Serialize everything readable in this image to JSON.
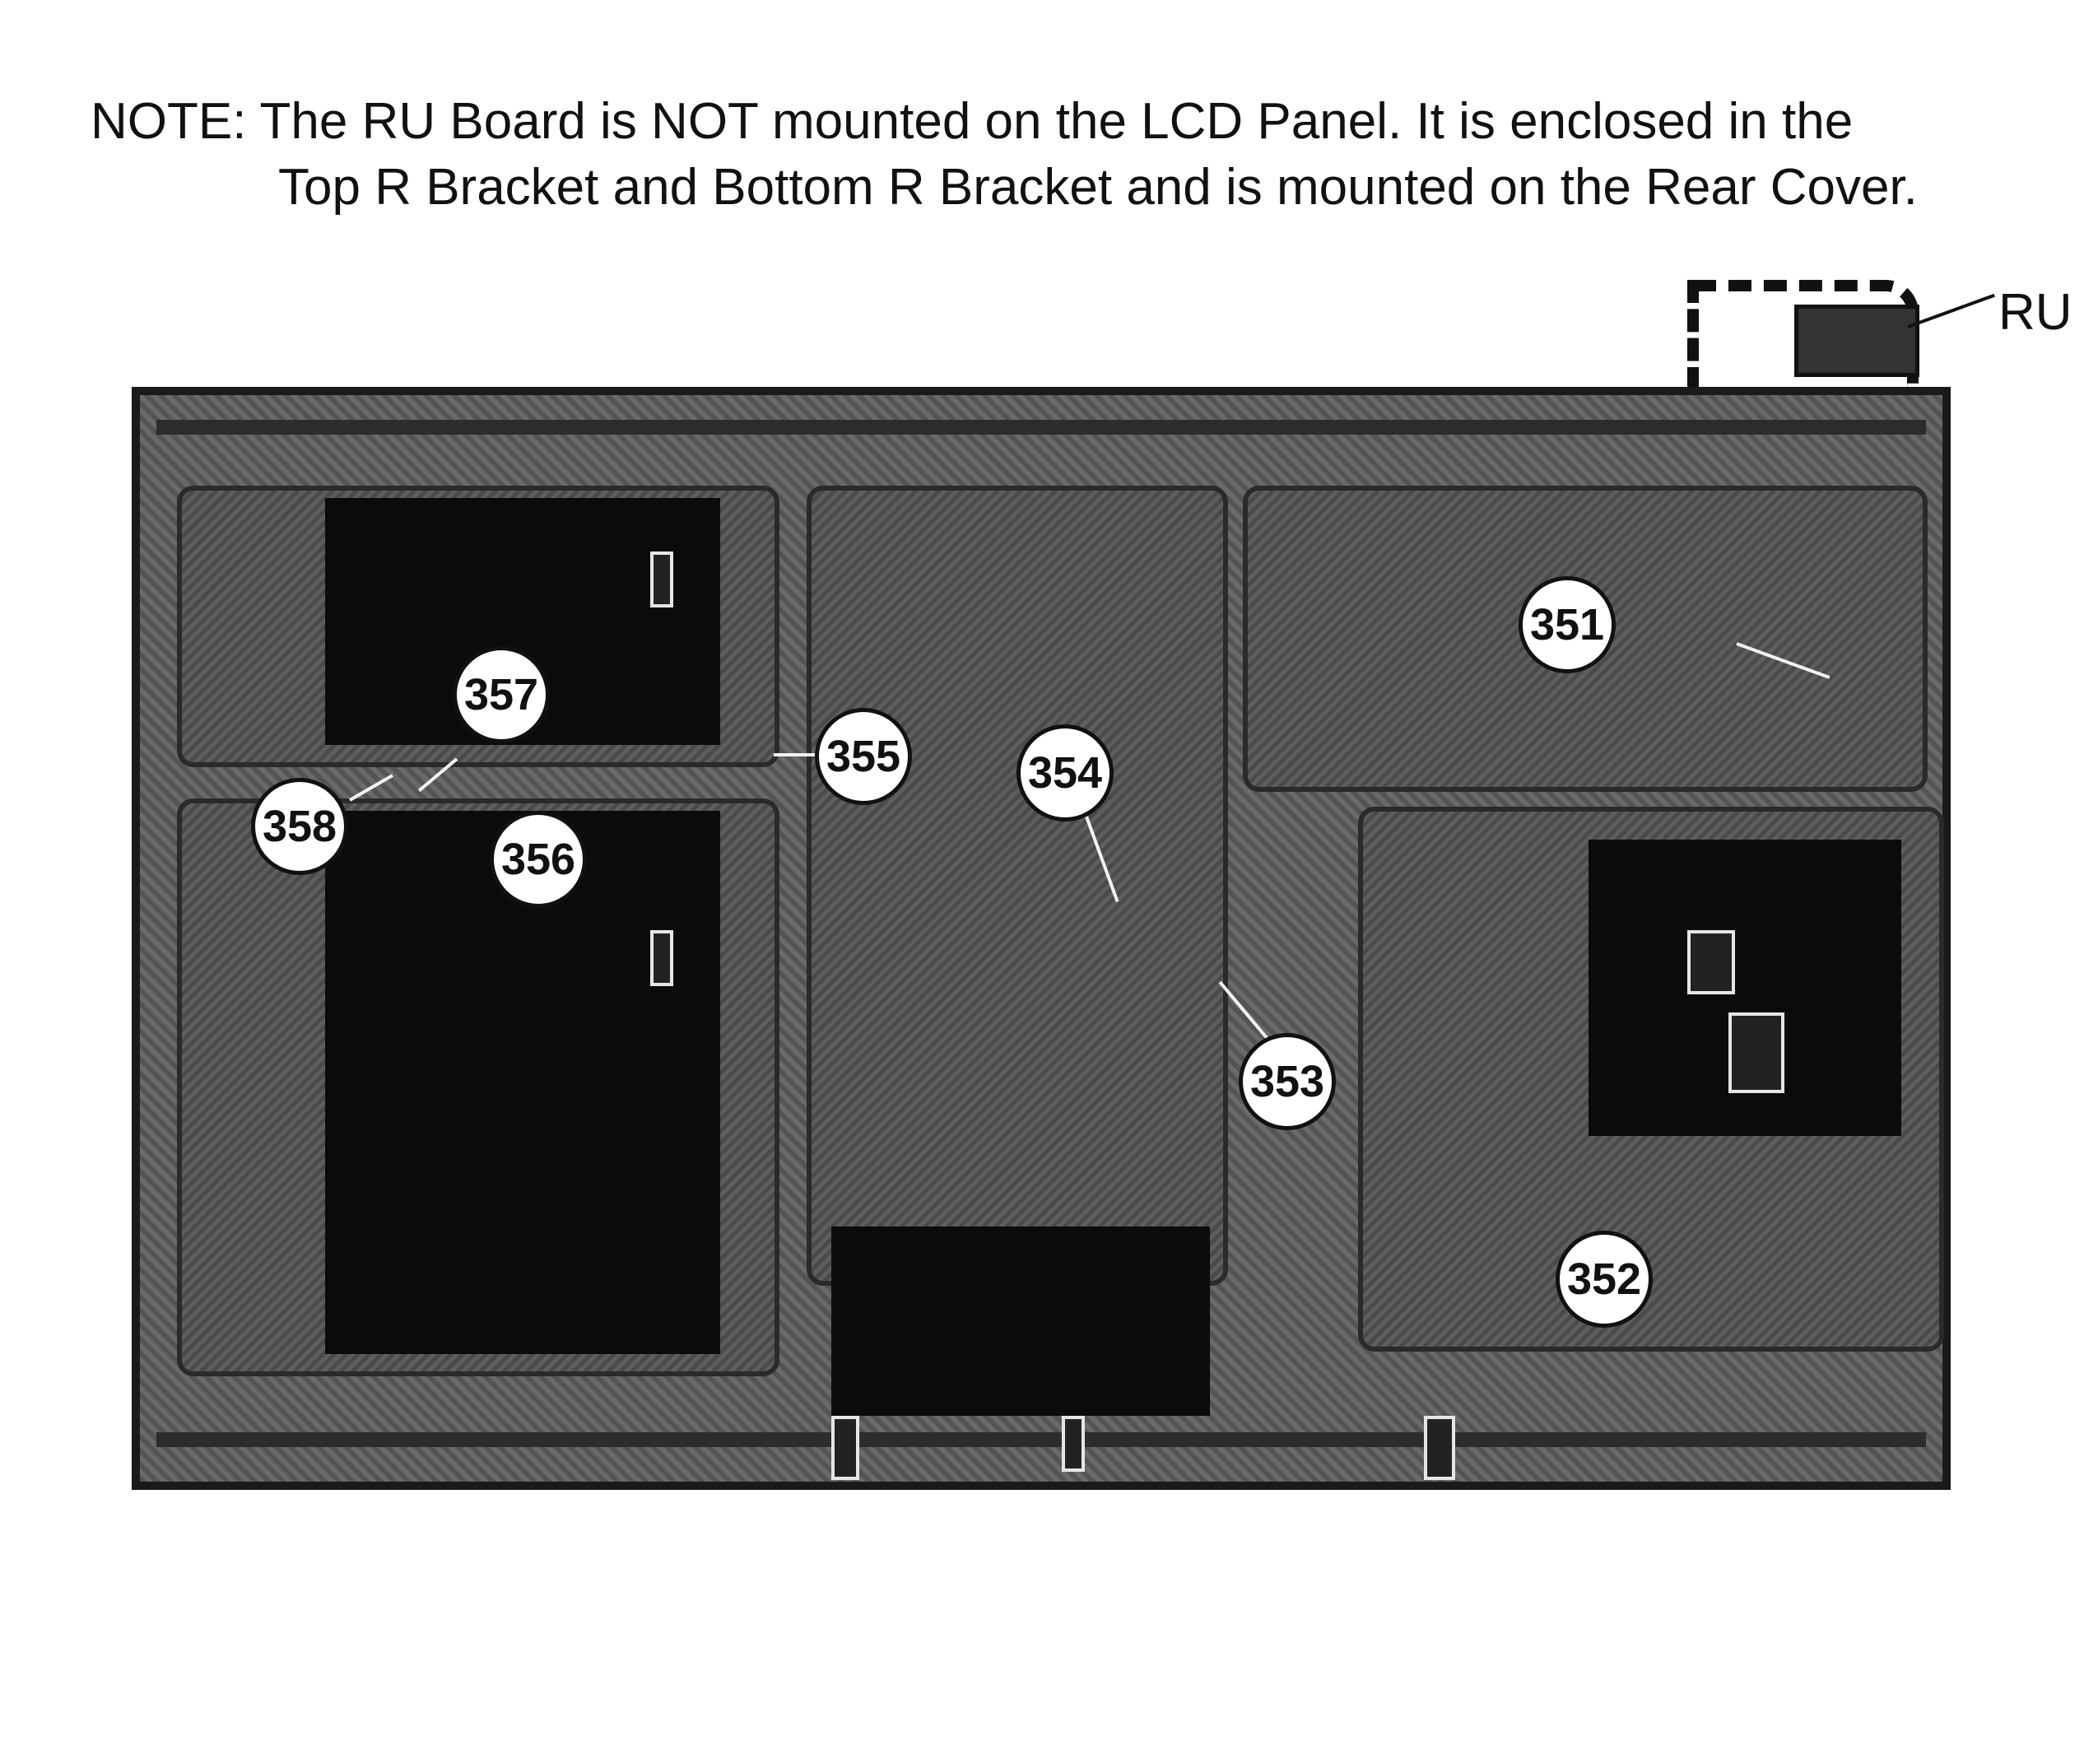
{
  "note": {
    "line1": "NOTE: The RU Board is NOT mounted on the LCD Panel. It is enclosed in the",
    "line2": "Top R Bracket and Bottom R Bracket and is mounted on the Rear Cover."
  },
  "ru_label": "RU",
  "callouts": {
    "c351": "351",
    "c352": "352",
    "c353": "353",
    "c354": "354",
    "c355": "355",
    "c356": "356",
    "c357": "357",
    "c358": "358"
  }
}
